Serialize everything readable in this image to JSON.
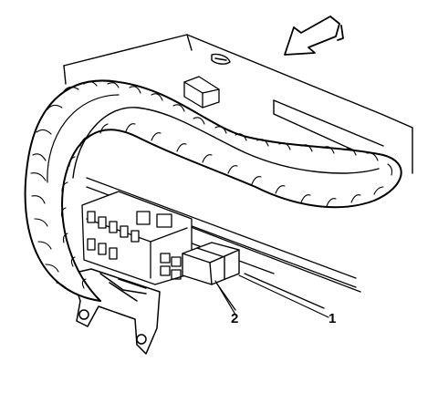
{
  "diagram": {
    "callouts": [
      {
        "id": "1",
        "label": "1"
      },
      {
        "id": "2",
        "label": "2"
      }
    ],
    "icons": [
      "direction-arrow-icon"
    ],
    "ink_color": "#000000",
    "background_color": "#ffffff"
  }
}
